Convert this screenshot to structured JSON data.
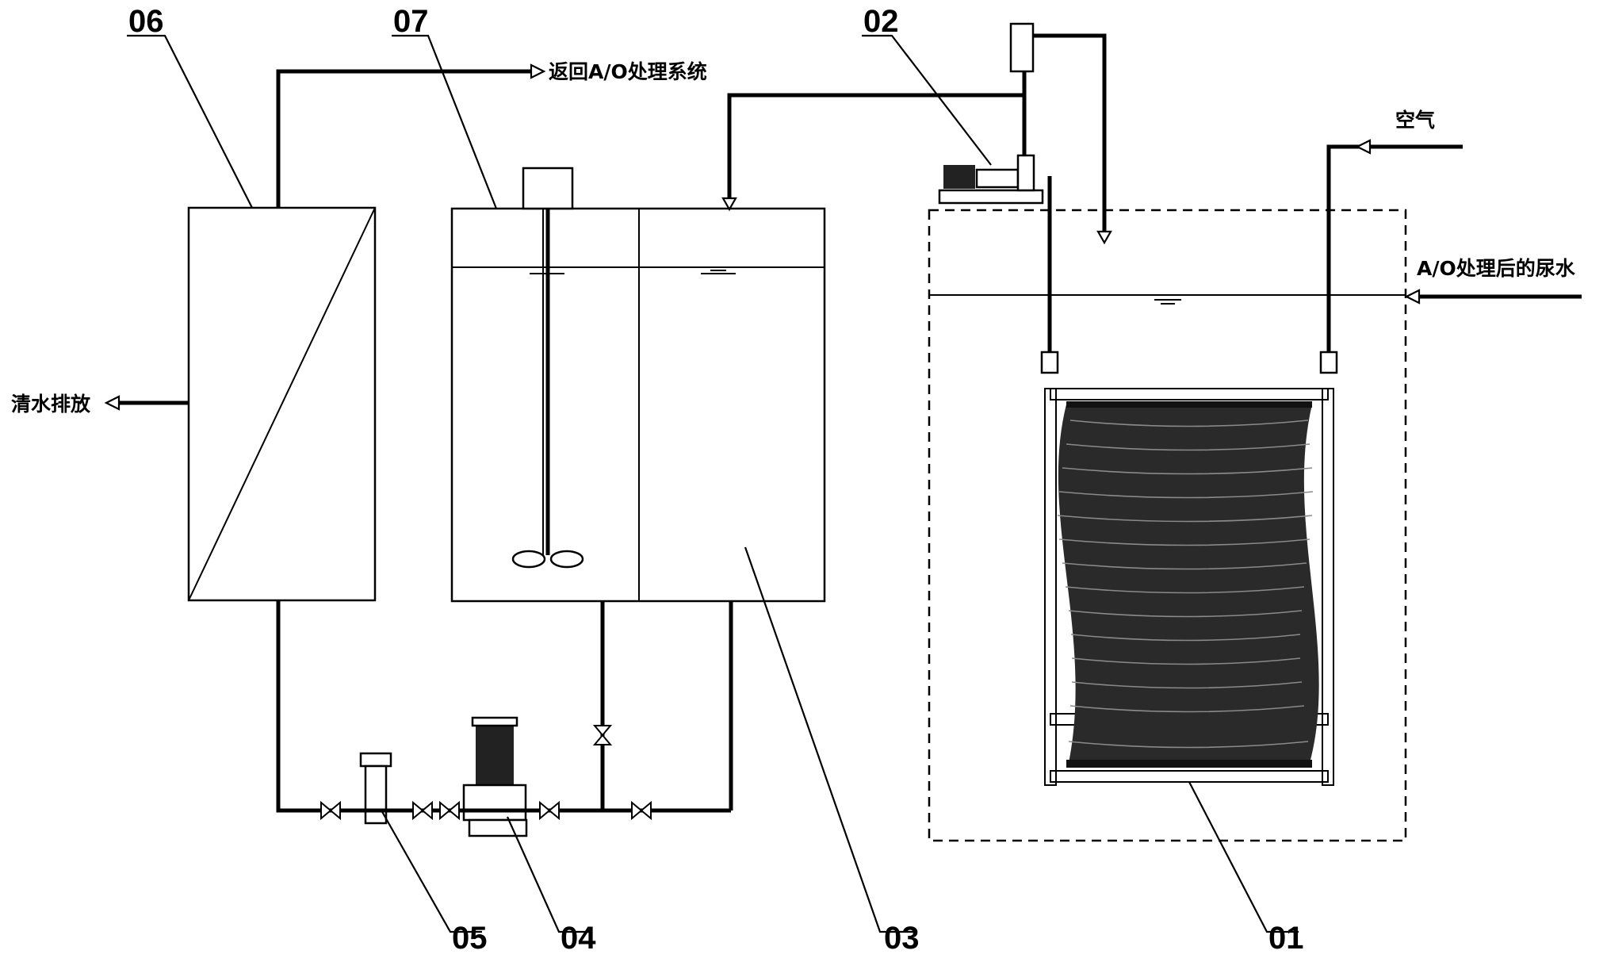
{
  "labels": {
    "n01": "01",
    "n02": "02",
    "n03": "03",
    "n04": "04",
    "n05": "05",
    "n06": "06",
    "n07": "07"
  },
  "flows": {
    "return_ao": "返回A/O处理系统",
    "air": "空气",
    "treated_urine": "A/O处理后的尿水",
    "clear_discharge": "清水排放"
  }
}
